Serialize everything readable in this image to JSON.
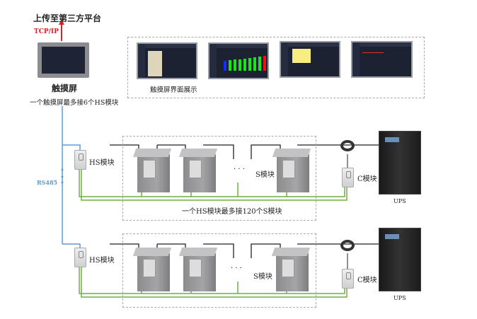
{
  "top": {
    "upload_title": "上传至第三方平台",
    "protocol": "TCP/IP",
    "touchscreen_label": "触摸屏",
    "touchscreen_note": "一个触摸屏最多接6个HS模块"
  },
  "showcase": {
    "caption": "触摸屏界面展示"
  },
  "bus_label": "RS485",
  "rows": [
    {
      "hs_label": "HS模块",
      "s_label": "S模块",
      "c_label": "C模块",
      "ups_label": "UPS",
      "note": "一个HS模块最多接120个S模块",
      "ellipsis": "· · ·"
    },
    {
      "hs_label": "HS模块",
      "s_label": "S模块",
      "c_label": "C模块",
      "ups_label": "UPS",
      "ellipsis": "· · ·"
    }
  ],
  "colors": {
    "bus": "#5b9bd5",
    "sensor_wire": "#70ad47",
    "power": "#222222",
    "protocol": "#e02020"
  }
}
